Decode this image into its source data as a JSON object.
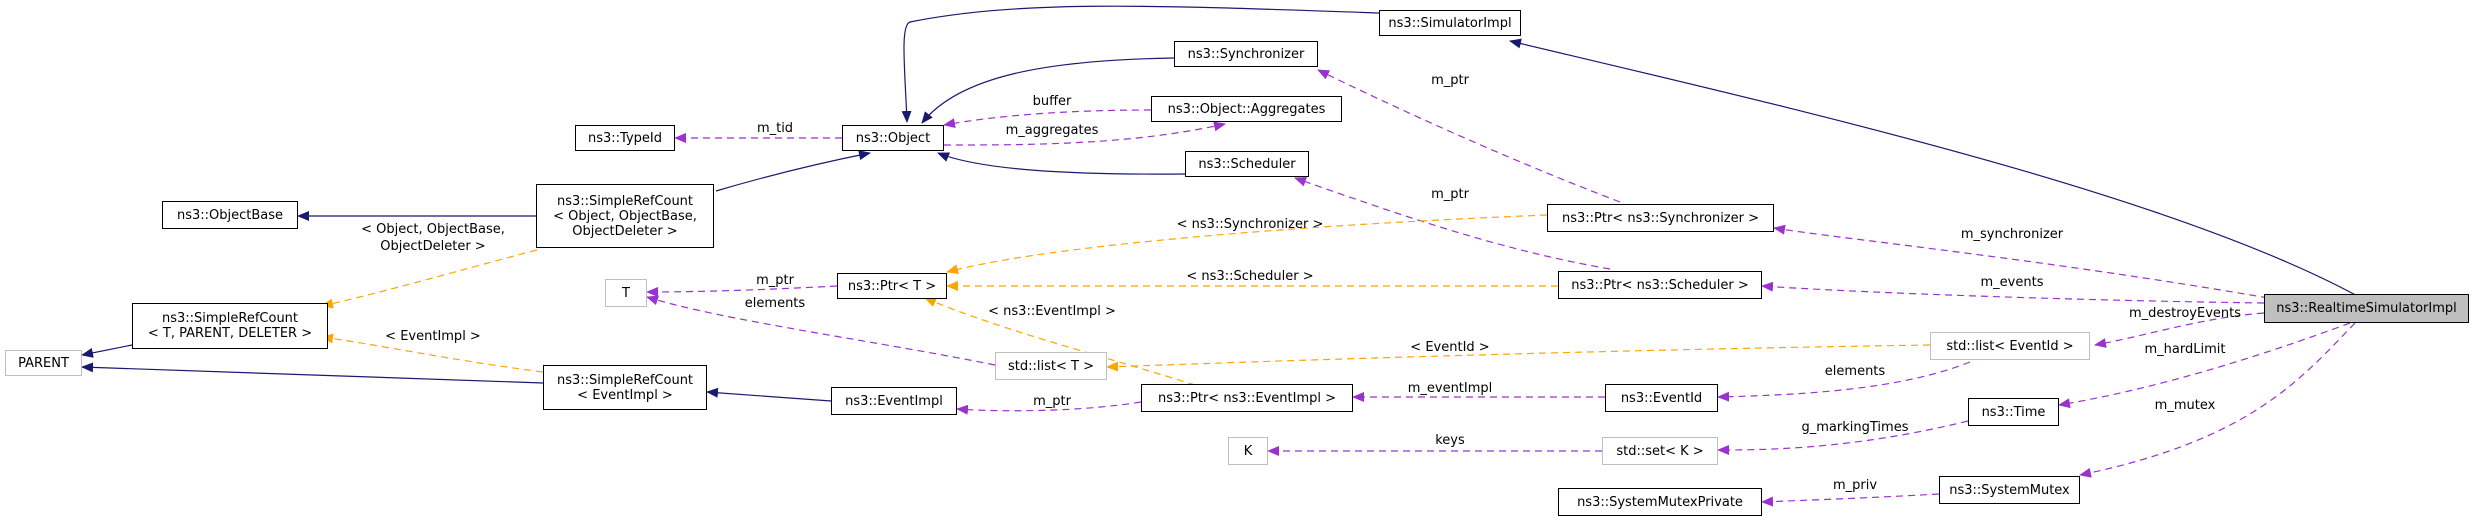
{
  "colors": {
    "inheritance": "#191970",
    "usage": "#9a32cd",
    "template": "#ffa500",
    "focus_fill": "#bfbfbf",
    "grey_border": "#bfbfbf"
  },
  "nodes": {
    "simulator_impl": "ns3::SimulatorImpl",
    "synchronizer": "ns3::Synchronizer",
    "object_aggregates": "ns3::Object::Aggregates",
    "scheduler": "ns3::Scheduler",
    "typeid": "ns3::TypeId",
    "object": "ns3::Object",
    "objectbase": "ns3::ObjectBase",
    "simplerefcount_object": "ns3::SimpleRefCount\n< Object, ObjectBase,\n ObjectDeleter >",
    "simplerefcount_generic": "ns3::SimpleRefCount\n< T, PARENT, DELETER >",
    "parent": "PARENT",
    "t": "T",
    "ptr_t": "ns3::Ptr< T >",
    "ptr_synchronizer": "ns3::Ptr< ns3::Synchronizer >",
    "ptr_scheduler": "ns3::Ptr< ns3::Scheduler >",
    "realtime": "ns3::RealtimeSimulatorImpl",
    "std_list_t": "std::list< T >",
    "std_list_eventid": "std::list< EventId >",
    "simplerefcount_eventimpl": "ns3::SimpleRefCount\n< EventImpl >",
    "eventimpl": "ns3::EventImpl",
    "ptr_eventimpl": "ns3::Ptr< ns3::EventImpl >",
    "eventid": "ns3::EventId",
    "time": "ns3::Time",
    "k": "K",
    "std_set_k": "std::set< K >",
    "systemmutex_private": "ns3::SystemMutexPrivate",
    "systemmutex": "ns3::SystemMutex"
  },
  "edge_labels": {
    "m_tid": "m_tid",
    "buffer": "buffer",
    "m_aggregates": "m_aggregates",
    "m_ptr_sync": "m_ptr",
    "m_ptr_sched": "m_ptr",
    "m_ptr_t": "m_ptr",
    "tpl_synchronizer": "< ns3::Synchronizer >",
    "tpl_scheduler": "< ns3::Scheduler >",
    "tpl_eventimpl_ptr": "< ns3::EventImpl >",
    "tpl_object": "< Object, ObjectBase,\nObjectDeleter >",
    "tpl_eventimpl": "< EventImpl >",
    "tpl_eventid": "< EventId >",
    "elements_t": "elements",
    "m_synchronizer": "m_synchronizer",
    "m_events": "m_events",
    "m_destroy_events": "m_destroyEvents",
    "m_hardlimit": "m_hardLimit",
    "m_mutex": "m_mutex",
    "m_eventimpl": "m_eventImpl",
    "elements_eventid": "elements",
    "m_ptr_eventimpl": "m_ptr",
    "g_markingtimes": "g_markingTimes",
    "keys": "keys",
    "m_priv": "m_priv"
  }
}
